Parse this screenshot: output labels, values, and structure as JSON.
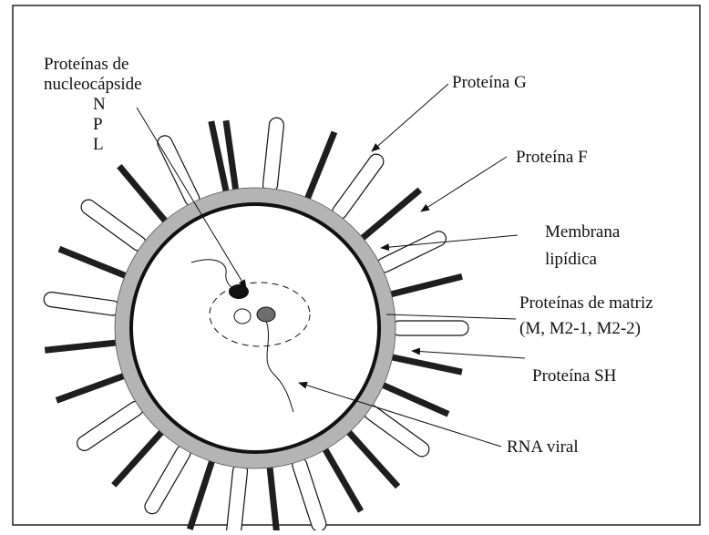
{
  "labels": {
    "nucleocapsid_line1": "Proteínas de",
    "nucleocapsid_line2": "nucleocápside",
    "nucleocapsid_n": "N",
    "nucleocapsid_p": "P",
    "nucleocapsid_l": "L",
    "protein_g": "Proteína G",
    "protein_f": "Proteína F",
    "membrane_line1": "Membrana",
    "membrane_line2": "lipídica",
    "matrix_line1": "Proteínas de matriz",
    "matrix_line2": "(M, M2-1, M2-2)",
    "protein_sh": "Proteína SH",
    "viral_rna": "RNA viral"
  },
  "colors": {
    "ink": "#111111",
    "membrane_fill": "#b4b4b4",
    "dark_spike": "#1e1e1e",
    "light_spike": "#ffffff",
    "background": "#ffffff"
  }
}
